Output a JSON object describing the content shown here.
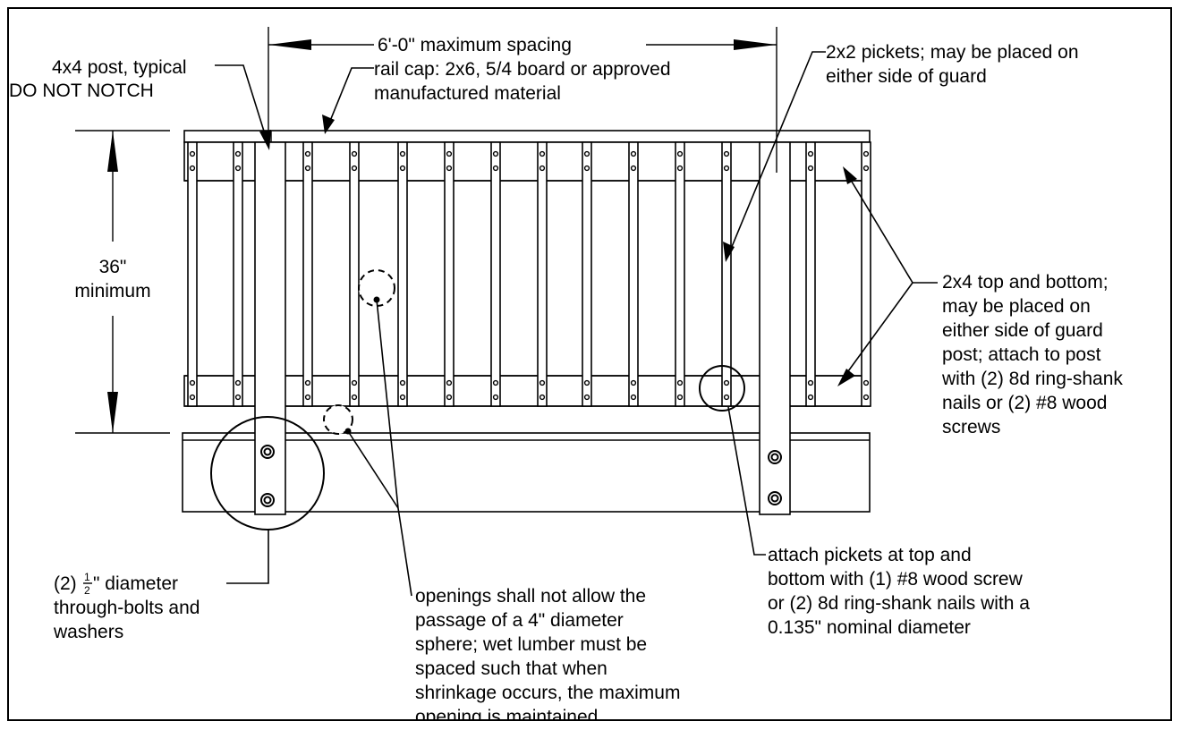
{
  "labels": {
    "spacing": "6'-0\" maximum spacing",
    "post": [
      "4x4 post, typical",
      "DO NOT NOTCH"
    ],
    "rail_cap": [
      "rail cap: 2x6, 5/4 board or approved",
      "manufactured material"
    ],
    "pickets": [
      "2x2 pickets; may be placed on",
      "either side of guard"
    ],
    "height": [
      "36\"",
      "minimum"
    ],
    "rails": [
      "2x4 top and bottom;",
      "may be placed on",
      "either side of guard",
      "post; attach to post",
      "with (2) 8d ring-shank",
      "nails or (2) #8 wood",
      "screws"
    ],
    "bolts_prefix": "(2)",
    "bolts_frac_num": "1",
    "bolts_frac_den": "2",
    "bolts": [
      "\" diameter",
      "through-bolts and",
      "washers"
    ],
    "openings": [
      "openings shall not allow the",
      "passage of a 4\" diameter",
      "sphere; wet lumber must be",
      "spaced such that when",
      "shrinkage occurs, the maximum",
      "opening is maintained"
    ],
    "attach": [
      "attach pickets at top and",
      "bottom with (1) #8 wood screw",
      "or (2) 8d ring-shank nails with a",
      "0.135\" nominal diameter"
    ]
  }
}
